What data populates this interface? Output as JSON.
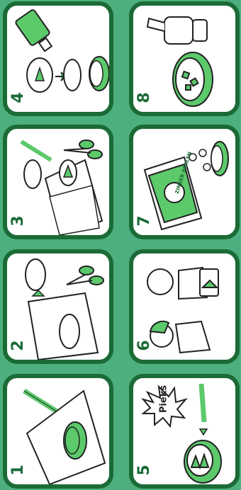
{
  "steps": [
    {
      "number": "1"
    },
    {
      "number": "2"
    },
    {
      "number": "3"
    },
    {
      "number": "4"
    },
    {
      "number": "5",
      "callout": "Pieks"
    },
    {
      "number": "6"
    },
    {
      "number": "7",
      "label": "ZINKER PERLEN"
    },
    {
      "number": "8"
    }
  ],
  "colors": {
    "background": "#4caf7d",
    "panel_border": "#1b6b37",
    "accent": "#5cc96b",
    "ink": "#222222"
  }
}
